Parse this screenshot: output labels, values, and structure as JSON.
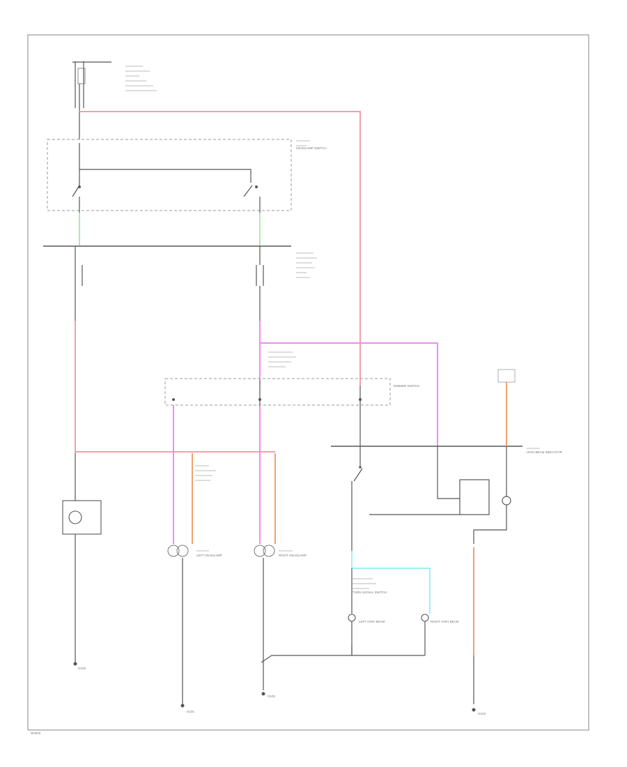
{
  "diagram": {
    "colors": {
      "black": "#555555",
      "red": "#f2a0a8",
      "pink": "#f08af0",
      "green": "#a8eeb0",
      "orange": "#f0a070",
      "cyan": "#9ef2f2",
      "border": "#9a9a9a"
    },
    "components": {
      "headlamp_switch": "HEADLAMP SWITCH",
      "left_headlamp": "LEFT HEADLAMP",
      "right_headlamp": "RIGHT HEADLAMP",
      "left_high_beam": "LEFT HIGH BEAM",
      "right_high_beam": "RIGHT HIGH BEAM",
      "high_beam_indicator": "HIGH BEAM INDICATOR",
      "turn_signal_switch": "TURN SIGNAL SWITCH",
      "dimmer_switch": "DIMMER SWITCH"
    },
    "ground_labels": {
      "g1": "G100",
      "g2": "G101",
      "g3": "G102",
      "g4": "G103"
    },
    "footer_code": "W0000"
  }
}
